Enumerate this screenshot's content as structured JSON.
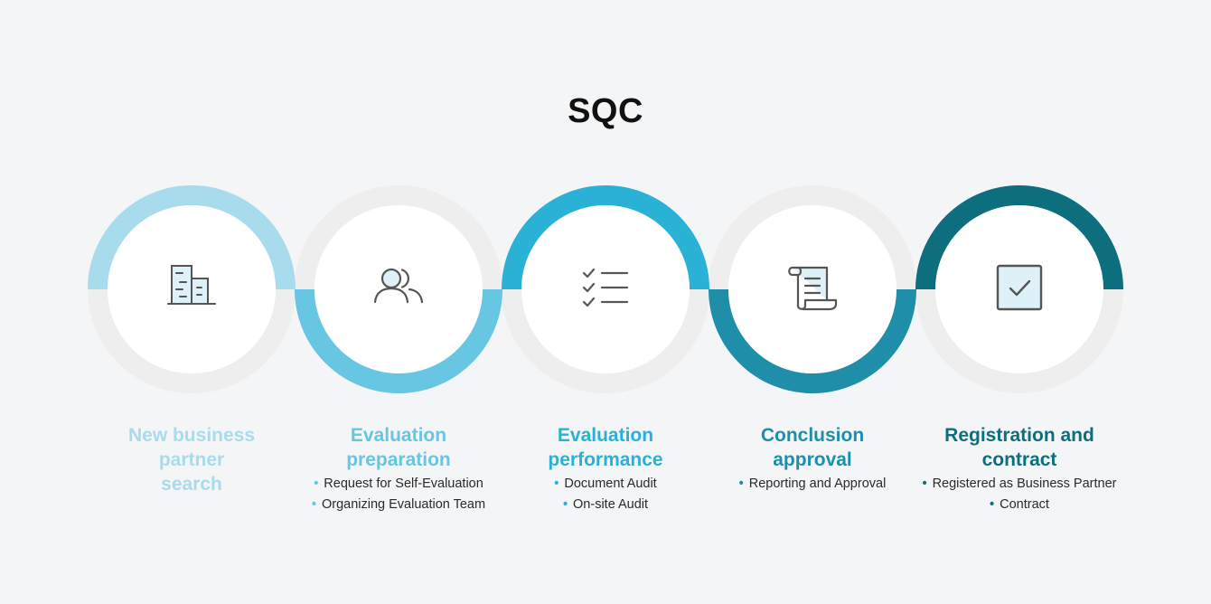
{
  "title": "SQC",
  "colors": {
    "background": "#f4f5f7",
    "ring_track": "#eeeeee",
    "icon_stroke": "#555555",
    "icon_fill": "#dff1f8"
  },
  "steps": [
    {
      "title_lines": [
        "New business",
        "partner",
        "search"
      ],
      "items": [],
      "color": "#a8dbeb",
      "arc": "top",
      "icon": "office-building-icon"
    },
    {
      "title_lines": [
        "Evaluation",
        "preparation"
      ],
      "items": [
        "Request for Self-Evaluation",
        "Organizing Evaluation Team"
      ],
      "color": "#67c6e1",
      "arc": "bottom",
      "icon": "users-icon"
    },
    {
      "title_lines": [
        "Evaluation",
        "performance"
      ],
      "items": [
        "Document Audit",
        "On-site Audit"
      ],
      "color": "#29b1d6",
      "arc": "top",
      "icon": "checklist-icon"
    },
    {
      "title_lines": [
        "Conclusion",
        "approval"
      ],
      "items": [
        "Reporting and Approval"
      ],
      "color": "#1f8ea9",
      "arc": "bottom",
      "icon": "scroll-document-icon"
    },
    {
      "title_lines": [
        "Registration and",
        "contract"
      ],
      "items": [
        "Registered as Business Partner",
        "Contract"
      ],
      "color": "#0d6f7e",
      "arc": "top",
      "icon": "checkbox-icon"
    }
  ]
}
